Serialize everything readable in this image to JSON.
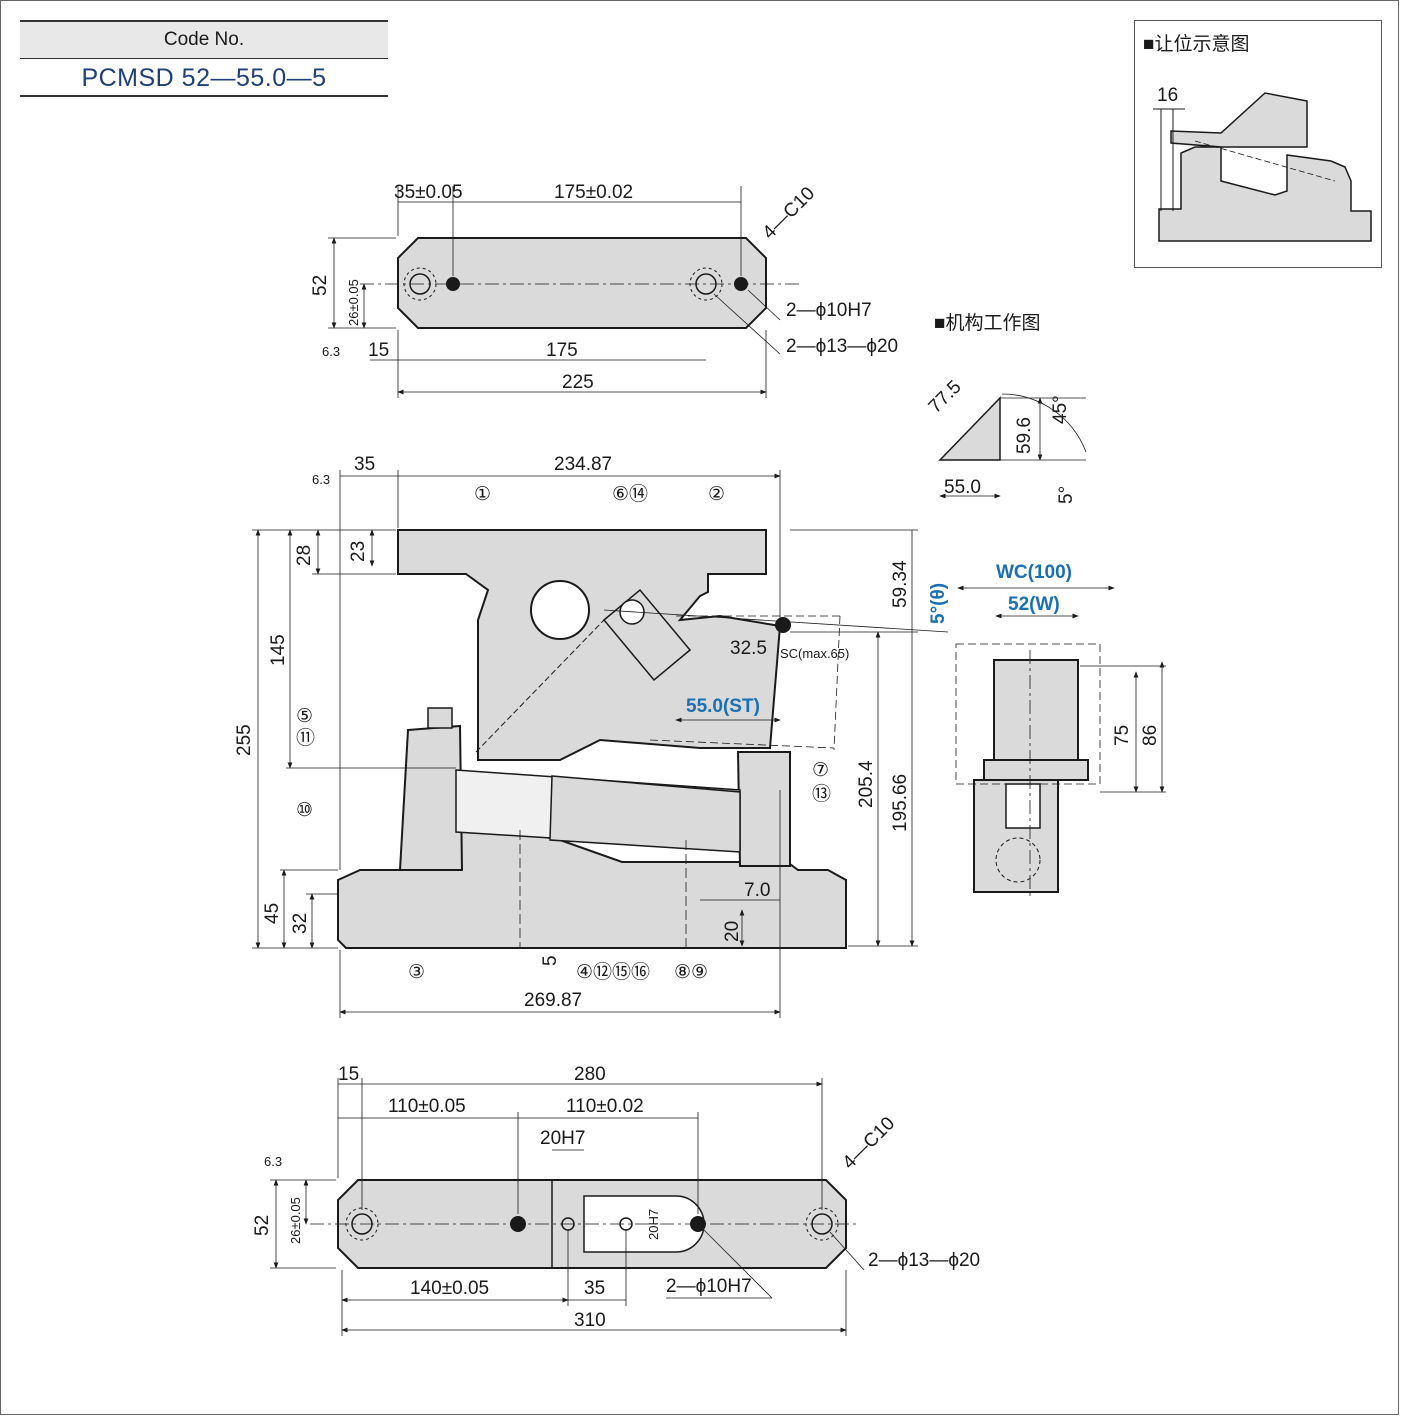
{
  "code": {
    "label": "Code No.",
    "value": "PCMSD 52—55.0—5"
  },
  "inset_title": "■让位示意图",
  "inset_dim": "16",
  "mechanism_title": "■机构工作图",
  "mechanism_dims": {
    "a": "77.5",
    "b": "59.6",
    "c": "45°",
    "d": "55.0",
    "e": "5°"
  },
  "top_view": {
    "d35": "35±0.05",
    "d175t": "175±0.02",
    "chamfer": "4—C10",
    "d52": "52",
    "d26": "26±0.05",
    "pin": "2—ϕ10H7",
    "bolt": "2—ϕ13—ϕ20",
    "d15": "15",
    "d175": "175",
    "d225": "225",
    "rough": "6.3"
  },
  "front_view": {
    "d35": "35",
    "d234": "234.87",
    "d28": "28",
    "d23": "23",
    "d145": "145",
    "d255": "255",
    "d45": "45",
    "d32": "32",
    "d5": "5",
    "d269": "269.87",
    "d59": "59.34",
    "d205": "205.4",
    "d195": "195.66",
    "d325": "32.5",
    "sc": "SC(max.65)",
    "st": "55.0(ST)",
    "d70": "7.0",
    "d20": "20",
    "angle": "5°(θ)",
    "rough": "6.3",
    "parts": {
      "p1": "①",
      "p2": "②",
      "p3": "③",
      "p614": "⑥⑭",
      "p5": "⑤",
      "p11": "⑪",
      "p10": "⑩",
      "p7": "⑦",
      "p13": "⑬",
      "p4": "④⑫⑮⑯",
      "p89": "⑧⑨"
    }
  },
  "side_view": {
    "wc": "WC(100)",
    "w": "52(W)",
    "d75": "75",
    "d86": "86"
  },
  "bottom_view": {
    "d15": "15",
    "d280": "280",
    "d110a": "110±0.05",
    "d110b": "110±0.02",
    "d20h7": "20H7",
    "chamfer": "4—C10",
    "d52": "52",
    "d26": "26±0.05",
    "slot": "20H7",
    "bolt": "2—ϕ13—ϕ20",
    "d140": "140±0.05",
    "d35": "35",
    "pin": "2—ϕ10H7",
    "d310": "310",
    "rough": "6.3"
  }
}
